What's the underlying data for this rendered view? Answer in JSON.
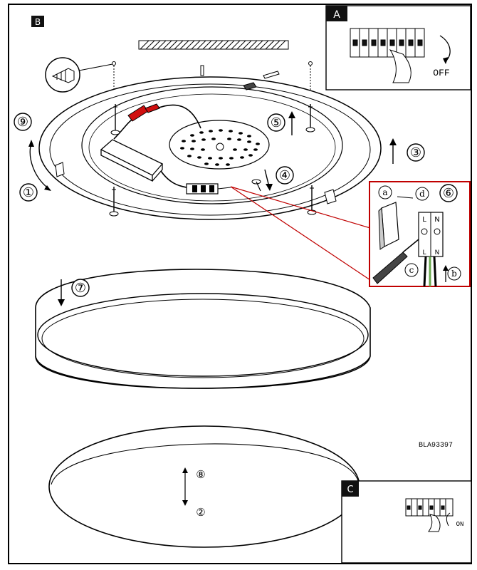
{
  "panels": {
    "main_letter": "B",
    "inset_top_letter": "A",
    "inset_bottom_letter": "C"
  },
  "inset_top": {
    "switch_label": "OFF"
  },
  "inset_bottom": {
    "switch_label": "ON"
  },
  "steps": {
    "s1": "①",
    "s2": "②",
    "s3": "③",
    "s4": "④",
    "s5": "⑤",
    "s6": "⑥",
    "s7": "⑦",
    "s8": "⑧",
    "s9": "⑨"
  },
  "callout": {
    "a": "a",
    "b": "b",
    "c": "c",
    "d": "d",
    "terminal_l": "L",
    "terminal_n": "N"
  },
  "model_code": "BLA93397",
  "colors": {
    "line": "#000000",
    "callout_border": "#c00000",
    "connector_red": "#d01010",
    "cable_green": "#6aa84f"
  }
}
